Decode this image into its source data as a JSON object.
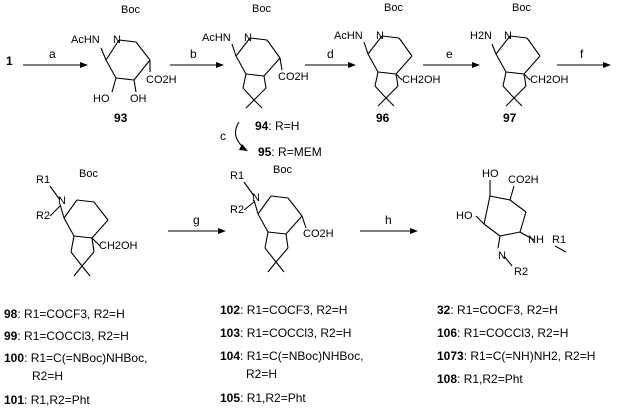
{
  "start_compound": "1",
  "steps": [
    "a",
    "b",
    "c",
    "d",
    "e",
    "f",
    "g",
    "h"
  ],
  "top_row": [
    {
      "id": "93",
      "groups": {
        "acetylamino": "AcHN",
        "boc": "Boc",
        "n": "N",
        "acid": "CO2H",
        "oh1": "HO",
        "oh2": "OH"
      }
    },
    {
      "id": "94",
      "groups": {
        "acetylamino": "AcHN",
        "boc": "Boc",
        "n": "N",
        "acid": "CO2H"
      },
      "note": "R=H"
    },
    {
      "id": "95",
      "note": "R=MEM"
    },
    {
      "id": "96",
      "groups": {
        "acetylamino": "AcHN",
        "boc": "Boc",
        "n": "N",
        "alcohol": "CH2OH"
      }
    },
    {
      "id": "97",
      "groups": {
        "amine": "H2N",
        "boc": "Boc",
        "n": "N",
        "alcohol": "CH2OH"
      }
    }
  ],
  "bottom_row": {
    "left": {
      "groups": {
        "r1": "R1",
        "r2": "R2",
        "n": "N",
        "boc": "Boc",
        "alcohol": "CH2OH"
      },
      "definitions": [
        {
          "id": "98",
          "text": "R1=COCF3, R2=H"
        },
        {
          "id": "99",
          "text": "R1=COCCl3, R2=H"
        },
        {
          "id": "100",
          "text": "R1=C(=NBoc)NHBoc,",
          "cont": "R2=H"
        },
        {
          "id": "101",
          "text": "R1,R2=Pht"
        }
      ]
    },
    "middle": {
      "groups": {
        "r1": "R1",
        "r2": "R2",
        "n": "N",
        "boc": "Boc",
        "acid": "CO2H"
      },
      "definitions": [
        {
          "id": "102",
          "text": "R1=COCF3, R2=H"
        },
        {
          "id": "103",
          "text": "R1=COCCl3, R2=H"
        },
        {
          "id": "104",
          "text": "R1=C(=NBoc)NHBoc,",
          "cont": "R2=H"
        },
        {
          "id": "105",
          "text": "R1,R2=Pht"
        }
      ]
    },
    "right": {
      "groups": {
        "oh1": "HO",
        "oh2": "HO",
        "acid": "CO2H",
        "nh": "NH",
        "n": "N",
        "r1": "R1",
        "r2": "R2"
      },
      "definitions": [
        {
          "id": "32",
          "text": "R1=COCF3, R2=H"
        },
        {
          "id": "106",
          "text": "R1=COCCl3, R2=H"
        },
        {
          "id": "1073",
          "text": "R1=C(=NH)NH2, R2=H"
        },
        {
          "id": "108",
          "text": "R1,R2=Pht"
        }
      ]
    }
  }
}
